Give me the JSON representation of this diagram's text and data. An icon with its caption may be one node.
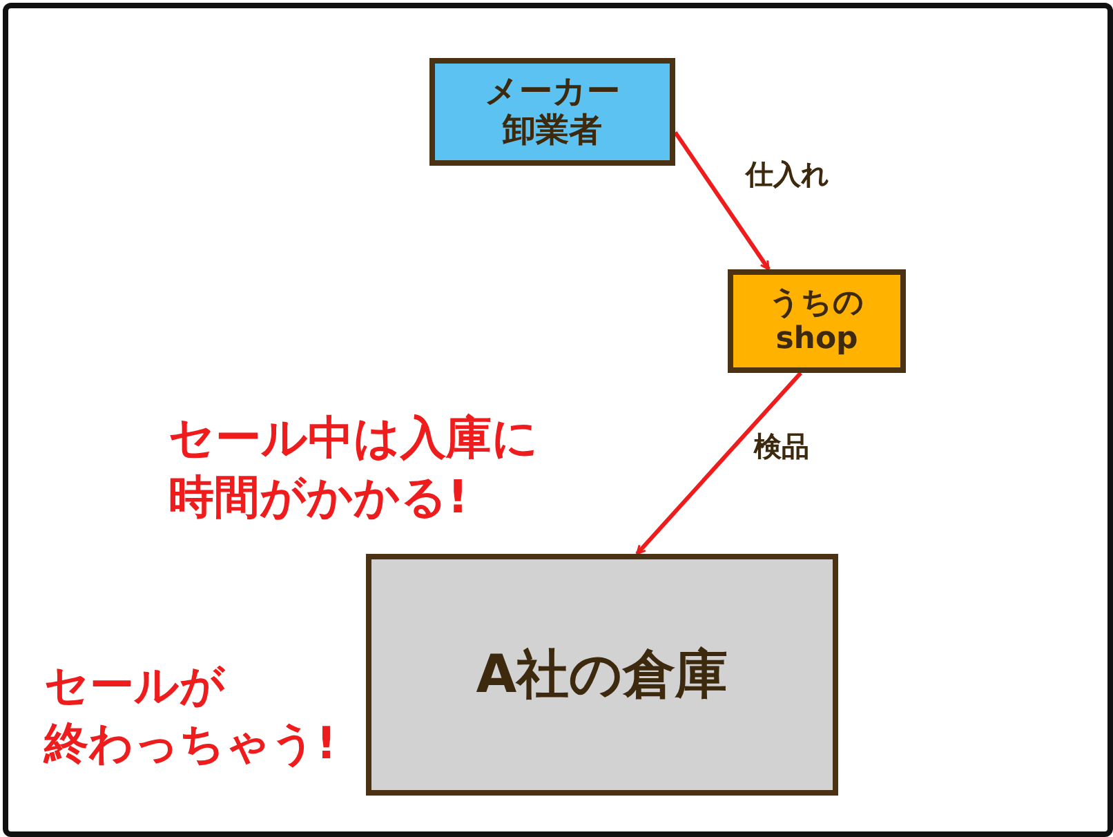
{
  "diagram": {
    "nodes": [
      {
        "text": [
          "メーカー",
          "卸業者"
        ]
      },
      {
        "text": [
          "うちのshop"
        ]
      },
      {
        "text": [
          "A社の倉庫"
        ]
      }
    ],
    "edges": [
      {
        "from": 0,
        "to": 1,
        "arrow": "to",
        "label": "仕入れ",
        "color": "#ee1c1c"
      },
      {
        "from": 1,
        "to": 2,
        "arrow": "to",
        "label": "検品",
        "color": "#ee1c1c"
      }
    ],
    "labels": [
      "セール中は入庫に時間がかかる!",
      "セールが終わっちゃう!"
    ]
  }
}
